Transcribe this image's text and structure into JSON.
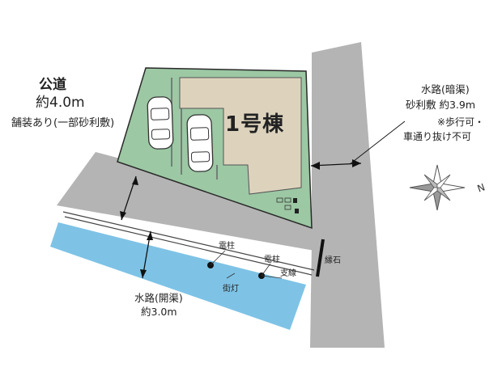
{
  "road": {
    "title": "公道",
    "width": "約4.0m",
    "note": "舗装あり(一部砂利敷)"
  },
  "lot": {
    "label": "1号棟"
  },
  "water_channel_closed": {
    "title": "水路(暗渠)",
    "info": "砂利敷 約3.9m",
    "note_line1": "※歩行可・",
    "note_line2": "車通り抜け不可"
  },
  "water_channel_open": {
    "title": "水路(開渠)",
    "width": "約3.0m"
  },
  "features": {
    "utility_pole_1": "電柱",
    "utility_pole_2": "電柱",
    "street_light": "街灯",
    "branch_line": "支線",
    "curb_stone": "縁石"
  },
  "compass": {
    "north_label": "N"
  },
  "colors": {
    "lot_green": "#9cc8a4",
    "house": "#ddd3bd",
    "road_gray": "#b4b4b4",
    "water_blue": "#7ec3e6"
  }
}
